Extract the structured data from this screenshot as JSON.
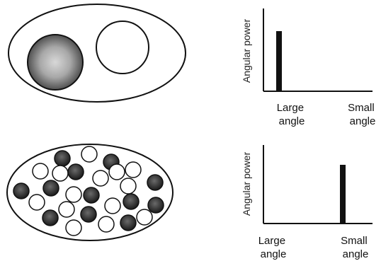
{
  "panels": [
    {
      "id": "top",
      "axis_label": "Angular power",
      "x_labels": {
        "left": [
          "Large",
          "angle"
        ],
        "right": [
          "Small",
          "angle"
        ]
      },
      "bar": {
        "position": "large-angle",
        "relative_height": 0.78
      }
    },
    {
      "id": "bottom",
      "axis_label": "Angular power",
      "x_labels": {
        "left": [
          "Large",
          "angle"
        ],
        "right": [
          "Small",
          "angle"
        ]
      },
      "bar": {
        "position": "small-angle",
        "relative_height": 0.78
      }
    }
  ],
  "colors": {
    "ink": "#111111",
    "dark_disk": "#3a3a3a",
    "light_disk": "#ffffff"
  }
}
